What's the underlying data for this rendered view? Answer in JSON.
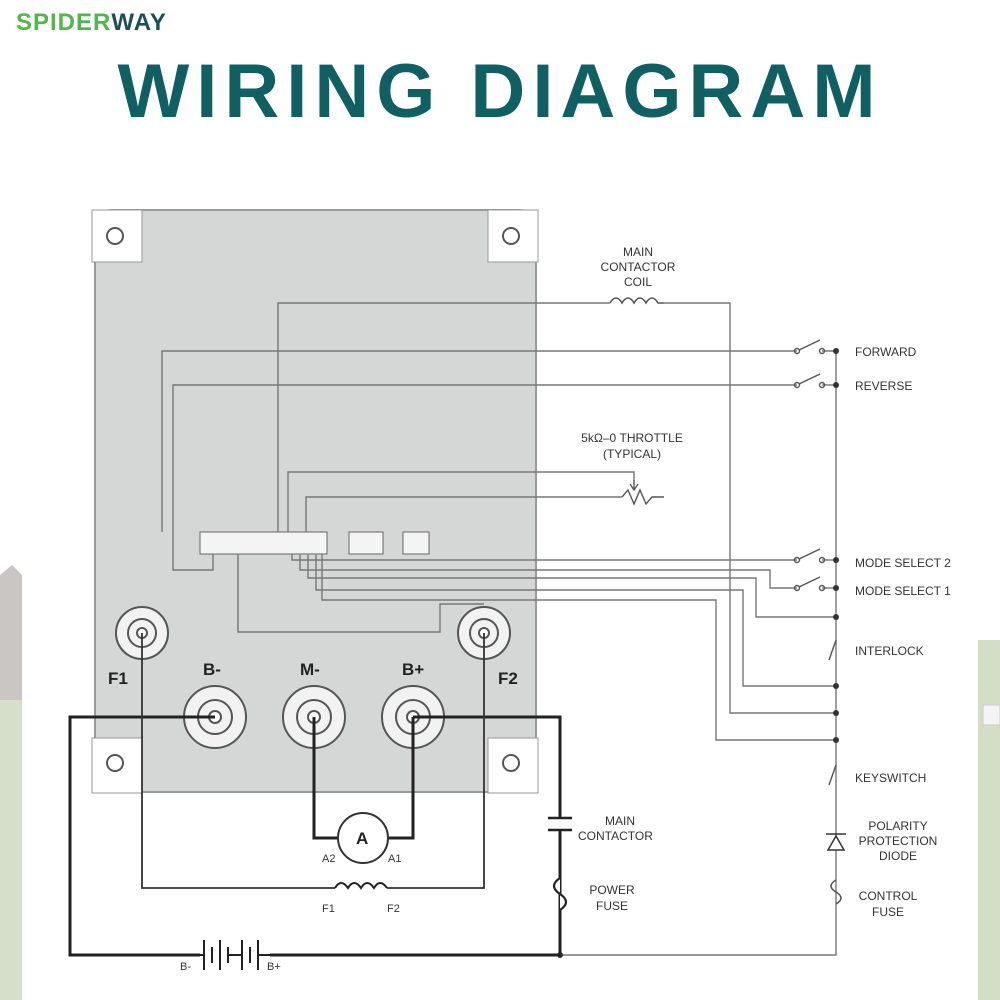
{
  "brand": {
    "part1": "SPIDER",
    "part2": "WAY"
  },
  "title": "WIRING DIAGRAM",
  "colors": {
    "title": "#0f5f63",
    "brand_green": "#4fb848",
    "brand_dark": "#1d4f57",
    "controller": "#d5d6d6"
  },
  "terminals": {
    "f1": "F1",
    "b_minus": "B-",
    "m_minus": "M-",
    "b_plus": "B+",
    "f2": "F2"
  },
  "components": {
    "main_contactor_coil": [
      "MAIN",
      "CONTACTOR",
      "COIL"
    ],
    "throttle": [
      "5kΩ–0 THROTTLE",
      "(TYPICAL)"
    ],
    "main_contactor": [
      "MAIN",
      "CONTACTOR"
    ],
    "power_fuse": [
      "POWER",
      "FUSE"
    ],
    "control_fuse": [
      "CONTROL",
      "FUSE"
    ],
    "polarity_diode": [
      "POLARITY",
      "PROTECTION",
      "DIODE"
    ],
    "armature": "A",
    "a2": "A2",
    "a1": "A1",
    "field_f1": "F1",
    "field_f2": "F2",
    "battery_minus": "B-",
    "battery_plus": "B+"
  },
  "switches": {
    "forward": "FORWARD",
    "reverse": "REVERSE",
    "mode_select_2": "MODE SELECT 2",
    "mode_select_1": "MODE SELECT 1",
    "interlock": "INTERLOCK",
    "keyswitch": "KEYSWITCH"
  }
}
